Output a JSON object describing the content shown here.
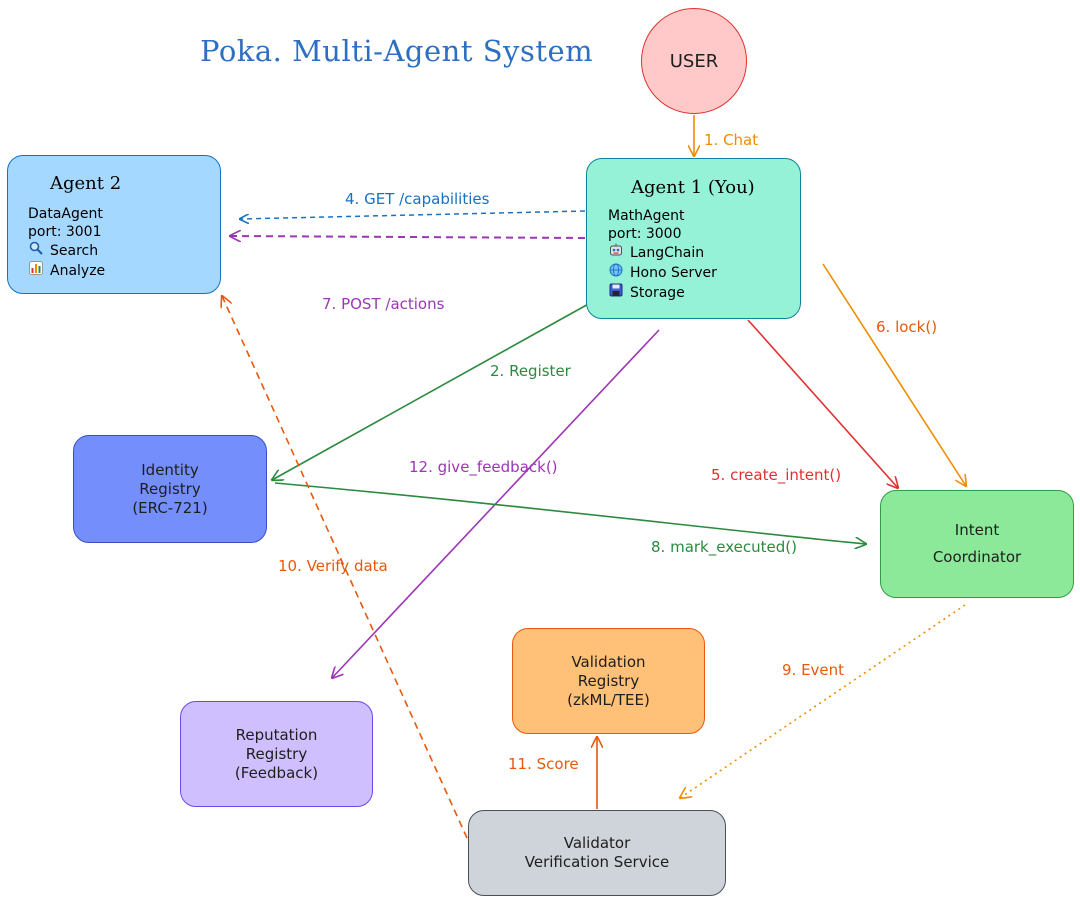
{
  "title": "Poka. Multi-Agent System",
  "nodes": {
    "user": "USER",
    "agent2": {
      "title": "Agent 2",
      "name": "DataAgent",
      "port": "port: 3001",
      "capabilities": [
        {
          "icon": "magnifier-icon",
          "label": "Search"
        },
        {
          "icon": "bar-chart-icon",
          "label": "Analyze"
        }
      ]
    },
    "agent1": {
      "title": "Agent 1 (You)",
      "name": "MathAgent",
      "port": "port: 3000",
      "components": [
        {
          "icon": "robot-icon",
          "label": "LangChain"
        },
        {
          "icon": "globe-icon",
          "label": "Hono Server"
        },
        {
          "icon": "floppy-disk-icon",
          "label": "Storage"
        }
      ]
    },
    "identity": [
      "Identity",
      "Registry",
      "(ERC-721)"
    ],
    "intent": [
      "Intent",
      "Coordinator"
    ],
    "validation": [
      "Validation",
      "Registry",
      "(zkML/TEE)"
    ],
    "reputation": [
      "Reputation",
      "Registry",
      "(Feedback)"
    ],
    "validator": [
      "Validator",
      "Verification Service"
    ]
  },
  "edges": {
    "chat": "1. Chat",
    "register": "2. Register",
    "get_capabilities": "4. GET /capabilities",
    "create_intent": "5. create_intent()",
    "lock": "6. lock()",
    "post_actions": "7. POST /actions",
    "mark_executed": "8. mark_executed()",
    "event": "9. Event",
    "verify_data": "10. Verify data",
    "score": "11. Score",
    "give_feedback": "12. give_feedback()"
  },
  "colors": {
    "title": "#2d6fc0",
    "blue_edge": "#1971c2",
    "purple_edge": "#9c36b5",
    "green_edge": "#2b8a3e",
    "red_edge": "#e03131",
    "orange_edge": "#e8590c",
    "yellow_edge": "#f08c00"
  }
}
